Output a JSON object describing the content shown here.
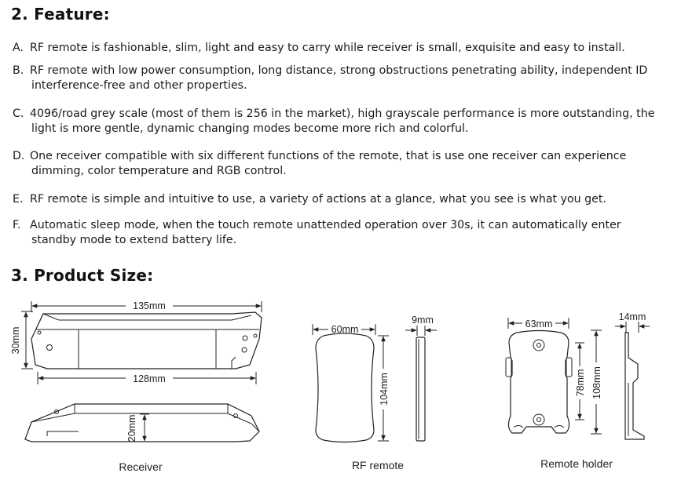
{
  "feature_heading": "2. Feature:",
  "features": [
    {
      "letter": "A.",
      "line1": "RF remote is fashionable, slim, light and easy to carry while receiver is small, exquisite and easy to install.",
      "line2": ""
    },
    {
      "letter": "B.",
      "line1": "RF remote with low power consumption, long distance, strong obstructions penetrating ability, independent ID",
      "line2": "interference-free and other properties."
    },
    {
      "letter": "C.",
      "line1": "4096/road grey scale (most of them is 256 in the market), high grayscale performance is more outstanding, the",
      "line2": "light is more gentle, dynamic changing modes become more rich and colorful."
    },
    {
      "letter": "D.",
      "line1": "One receiver compatible with six different functions of the remote, that is use one receiver can experience",
      "line2": "dimming, color temperature and RGB control."
    },
    {
      "letter": "E.",
      "line1": "RF remote is simple and intuitive to use, a variety of actions at a glance, what you see is  what you get.",
      "line2": ""
    },
    {
      "letter": "F.",
      "line1": "Automatic sleep mode, when the touch remote unattended operation over 30s, it can automatically enter",
      "line2": "standby mode to extend battery life."
    }
  ],
  "size_heading": "3. Product Size:",
  "receiver": {
    "width_label": "135mm",
    "inner_width_label": "128mm",
    "height_label": "30mm",
    "thickness_label": "20mm",
    "caption": "Receiver"
  },
  "rf_remote": {
    "width_label": "60mm",
    "thickness_label": "9mm",
    "height_label": "104mm",
    "caption": "RF remote"
  },
  "remote_holder": {
    "width_label": "63mm",
    "thickness_label": "14mm",
    "inner_height_label": "78mm",
    "height_label": "108mm",
    "caption": "Remote holder"
  }
}
